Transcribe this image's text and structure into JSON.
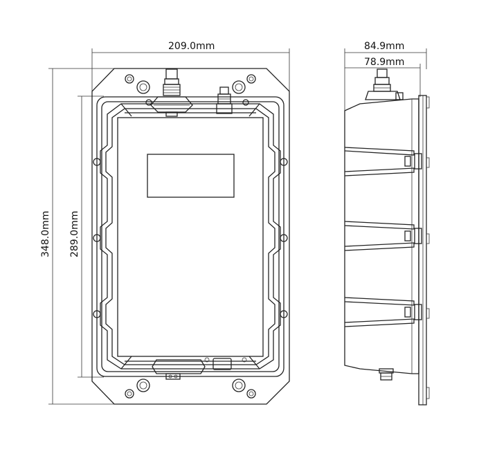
{
  "dimensions": {
    "width": "209.0mm",
    "height_total": "348.0mm",
    "height_inner": "289.0mm",
    "depth_total": "84.9mm",
    "depth_body": "78.9mm"
  },
  "colors": {
    "line": "#222222",
    "background": "#ffffff"
  }
}
